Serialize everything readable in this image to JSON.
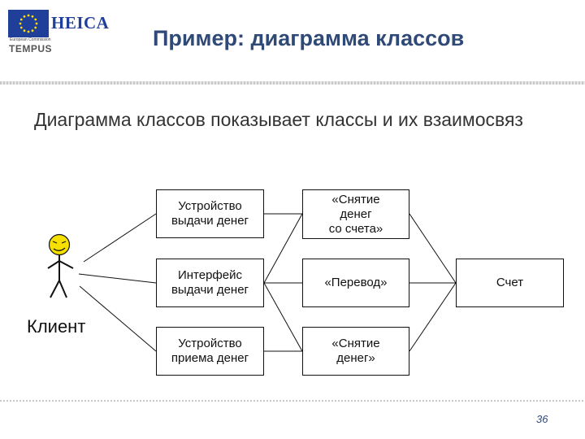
{
  "header": {
    "logo_text": "HEICA",
    "logo_subtext": "European Commission",
    "program_text": "TEMPUS",
    "title": "Пример: диаграмма классов"
  },
  "intro_text": "Диаграмма классов показывает классы и их взаимосвяз",
  "actor": {
    "label": "Клиент"
  },
  "classes": {
    "atm_dispense": "Устройство\nвыдачи денег",
    "atm_interface": "Интерфейс\nвыдачи денег",
    "atm_receive": "Устройство\nприема денег",
    "withdraw_from_account": "«Снятие\nденег\nсо счета»",
    "transfer": "«Перевод»",
    "withdraw": "«Снятие\nденег»",
    "account": "Счет"
  },
  "connections": [
    [
      "actor",
      "atm_dispense"
    ],
    [
      "actor",
      "atm_interface"
    ],
    [
      "actor",
      "atm_receive"
    ],
    [
      "atm_dispense",
      "withdraw_from_account"
    ],
    [
      "atm_interface",
      "withdraw_from_account"
    ],
    [
      "atm_interface",
      "transfer"
    ],
    [
      "atm_interface",
      "withdraw"
    ],
    [
      "atm_receive",
      "withdraw"
    ],
    [
      "withdraw_from_account",
      "account"
    ],
    [
      "transfer",
      "account"
    ],
    [
      "withdraw",
      "account"
    ]
  ],
  "footer": {
    "page_number": "36"
  },
  "colors": {
    "title": "#2f4a77",
    "eu_blue": "#1f3f99",
    "eu_star": "#ffdd00",
    "smiley": "#f5e000"
  }
}
